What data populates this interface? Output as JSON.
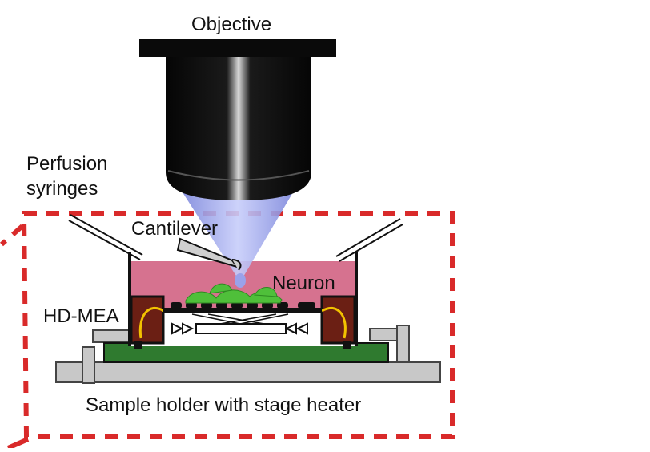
{
  "labels": {
    "objective": "Objective",
    "perfusion_line1": "Perfusion",
    "perfusion_line2": "syringes",
    "cantilever": "Cantilever",
    "neuron": "Neuron",
    "hd_mea": "HD-MEA",
    "sample_holder": "Sample holder with stage heater"
  },
  "colors": {
    "objective_body": "#111111",
    "light_cone": "#8c95e6",
    "medium": "#d6728f",
    "neuron": "#4fbf3a",
    "chip_board": "#2f7a2f",
    "stage": "#c8c8c8",
    "dashed_frame": "#d92a2a",
    "wire": "#f2c200",
    "chip_block": "#6b1f14"
  }
}
